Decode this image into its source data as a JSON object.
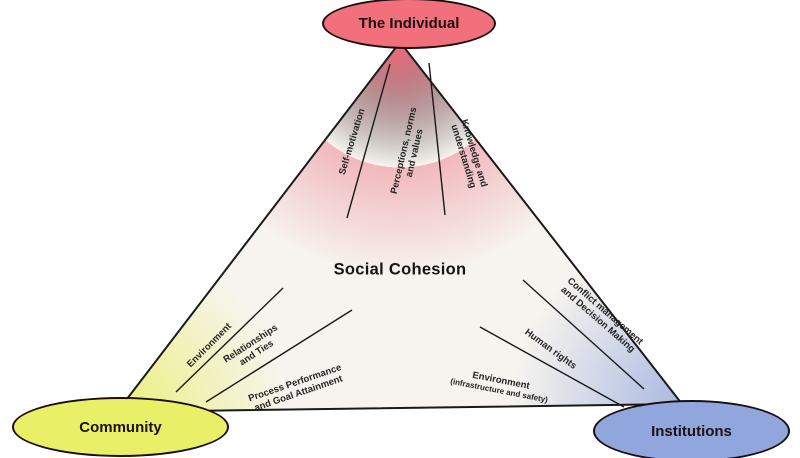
{
  "diagram": {
    "title": "Social Cohesion",
    "nodes": {
      "individual": {
        "label": "The Individual",
        "fill": "#f1707b"
      },
      "community": {
        "label": "Community",
        "fill": "#e9ef67"
      },
      "institutions": {
        "label": "Institutions",
        "fill": "#90a6dd"
      }
    },
    "spokes": {
      "individual": [
        {
          "lines": [
            "Self-motivation"
          ]
        },
        {
          "lines": [
            "Perceptions, norms",
            "and values"
          ]
        },
        {
          "lines": [
            "Knowledge and",
            "understanding"
          ]
        }
      ],
      "community": [
        {
          "lines": [
            "Environment"
          ]
        },
        {
          "lines": [
            "Relationships",
            "and Ties"
          ]
        },
        {
          "lines": [
            "Process Performance",
            "and Goal Attainment"
          ]
        }
      ],
      "institutions": [
        {
          "lines": [
            "Conflict management",
            "and Decision Making"
          ]
        },
        {
          "lines": [
            "Human rights"
          ]
        },
        {
          "lines": [
            "Environment",
            "(infrastructure and safety)"
          ]
        }
      ]
    },
    "colors": {
      "apex_gradient": "#eb6e7e",
      "community_gradient": "#e9ef67",
      "institutions_gradient": "#8fa5dc",
      "triangle_base": "#f7f4ef",
      "outline": "#1a1a1a"
    }
  }
}
